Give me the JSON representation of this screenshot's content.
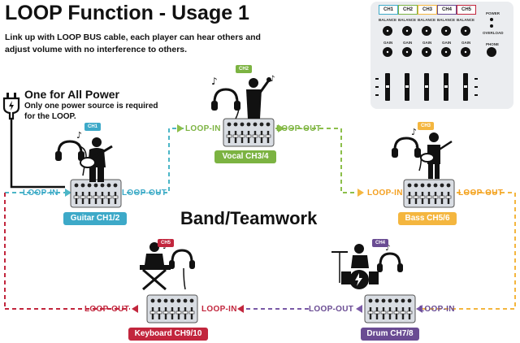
{
  "header": {
    "title": "LOOP Function - Usage 1",
    "subtitle_line1": "Link up with LOOP BUS cable, each player can hear others and",
    "subtitle_line2": "adjust volume with no interference  to others."
  },
  "power": {
    "title": "One for All Power",
    "line1": "Only one power source is required",
    "line2": "for the LOOP."
  },
  "center_label": "Band/Teamwork",
  "loop_in": "LOOP-IN",
  "loop_out": "LOOP-OUT",
  "players": {
    "guitar": {
      "tag": "CH1",
      "label": "Guitar CH1/2",
      "color": "#3da9c8"
    },
    "vocal": {
      "tag": "CH2",
      "label": "Vocal CH3/4",
      "color": "#7cb342"
    },
    "bass": {
      "tag": "CH3",
      "label": "Bass CH5/6",
      "color": "#f4b63f"
    },
    "drum": {
      "tag": "CH4",
      "label": "Drum CH7/8",
      "color": "#6a4c93"
    },
    "keyboard": {
      "tag": "CH5",
      "label": "Keyboard CH9/10",
      "color": "#c2263d"
    }
  },
  "panel": {
    "channels": [
      "CH1",
      "CH2",
      "CH3",
      "CH4",
      "CH5"
    ],
    "channel_colors": [
      "#3da9c8",
      "#7cb342",
      "#f4b63f",
      "#6a4c93",
      "#c2263d"
    ],
    "balance": "BALANCE",
    "gain": "GAIN",
    "power": "POWER",
    "overload": "OVERLOAD",
    "phone": "PHONE"
  },
  "colors": {
    "loop_blue": "#3da9c8",
    "loop_green": "#7cb342",
    "loop_orange": "#f4b63f",
    "loop_purple": "#6a4c93",
    "loop_red": "#c2263d"
  },
  "icons": [
    "power-plug-icon",
    "headphones-icon",
    "music-note-icon",
    "guitarist-icon",
    "singer-icon",
    "bassist-icon",
    "drummer-icon",
    "keyboardist-icon",
    "mixer-icon"
  ]
}
